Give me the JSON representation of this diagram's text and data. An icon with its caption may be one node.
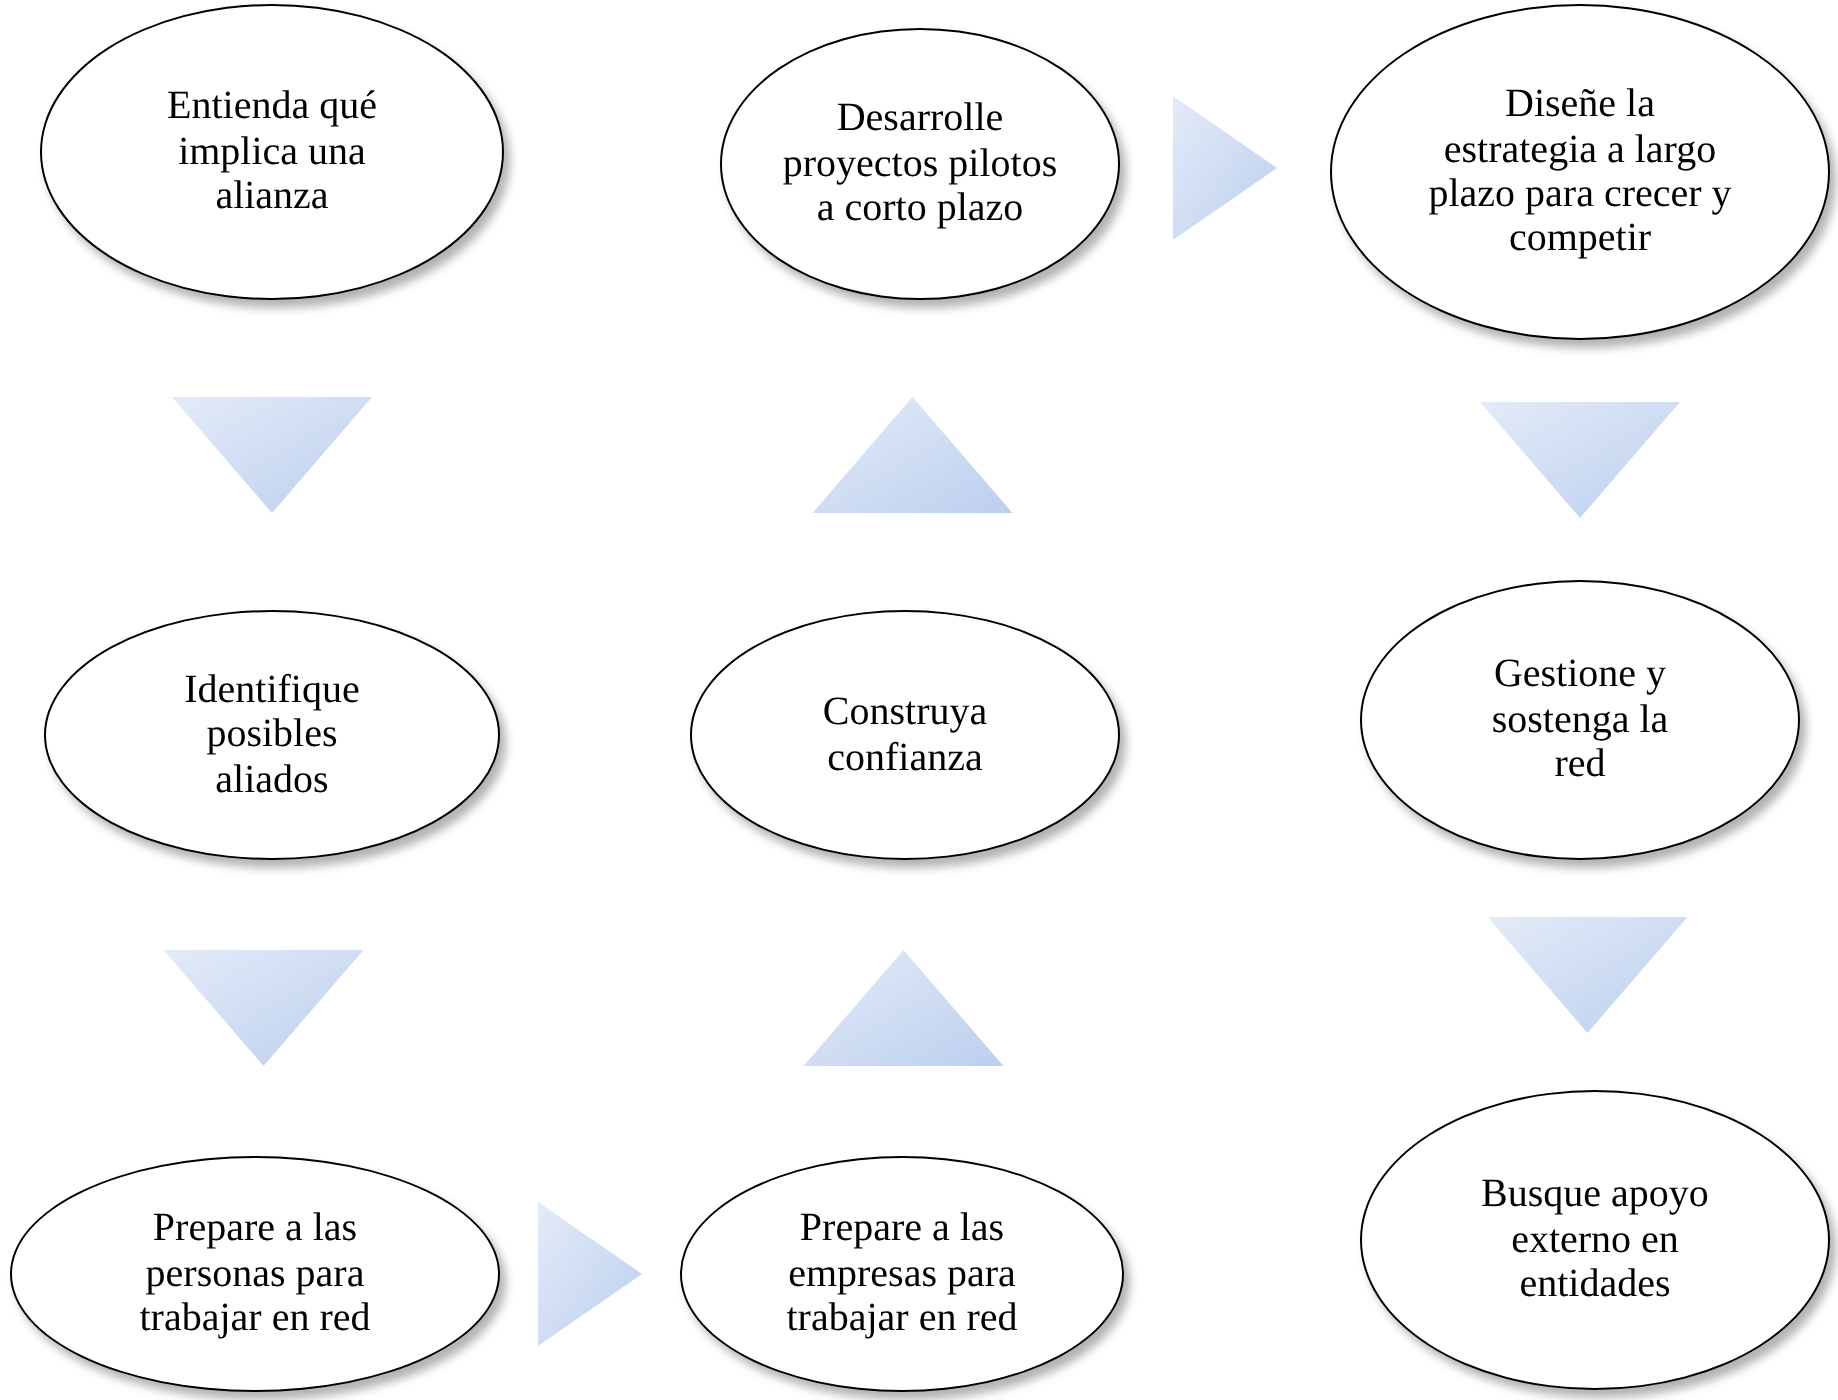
{
  "diagram": {
    "nodes": [
      {
        "text": [
          "Entienda qué implica una alianza"
        ]
      },
      {
        "text": [
          "Identifique posibles aliados"
        ]
      },
      {
        "text": [
          "Prepare a las personas para trabajar en red"
        ]
      },
      {
        "text": [
          "Prepare a las empresas para trabajar en red"
        ]
      },
      {
        "text": [
          "Construya confianza"
        ]
      },
      {
        "text": [
          "Desarrolle proyectos pilotos a corto plazo"
        ]
      },
      {
        "text": [
          "Diseñe la estrategia a largo plazo para crecer y competir"
        ]
      },
      {
        "text": [
          "Gestione y sostenga la red"
        ]
      },
      {
        "text": [
          "Busque apoyo externo en entidades"
        ]
      }
    ],
    "edges": [
      {
        "from": 0,
        "to": 1,
        "arrow": "to"
      },
      {
        "from": 1,
        "to": 2,
        "arrow": "to"
      },
      {
        "from": 2,
        "to": 3,
        "arrow": "to"
      },
      {
        "from": 3,
        "to": 4,
        "arrow": "to"
      },
      {
        "from": 4,
        "to": 5,
        "arrow": "to"
      },
      {
        "from": 5,
        "to": 6,
        "arrow": "to"
      },
      {
        "from": 6,
        "to": 7,
        "arrow": "to"
      },
      {
        "from": 7,
        "to": 8,
        "arrow": "to"
      }
    ]
  }
}
